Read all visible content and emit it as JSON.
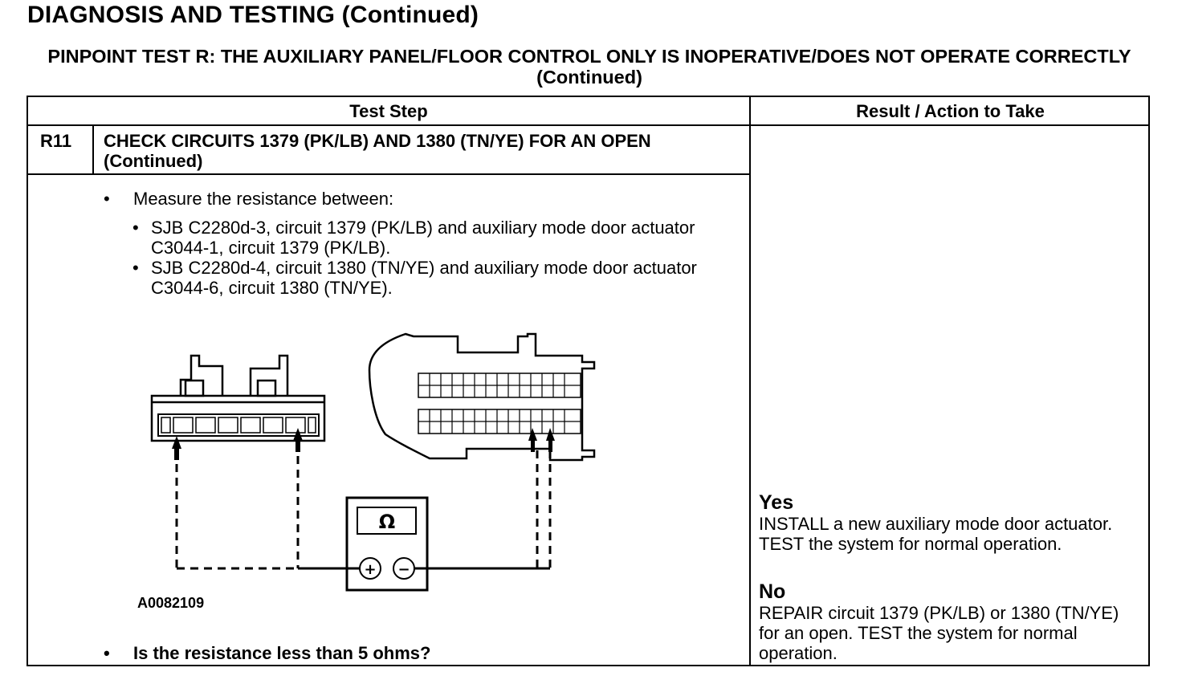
{
  "header": {
    "title": "DIAGNOSIS AND TESTING (Continued)",
    "subtitle": "PINPOINT TEST  R: THE AUXILIARY PANEL/FLOOR CONTROL ONLY IS INOPERATIVE/DOES NOT OPERATE CORRECTLY (Continued)"
  },
  "table": {
    "col_test_step": "Test Step",
    "col_result": "Result / Action to Take",
    "step_id": "R11",
    "step_title": "CHECK CIRCUITS 1379 (PK/LB) AND 1380 (TN/YE) FOR AN OPEN (Continued)",
    "bullet_measure": "Measure the resistance between:",
    "sub_items": [
      "SJB C2280d-3, circuit 1379 (PK/LB) and auxiliary mode door actuator C3044-1, circuit 1379 (PK/LB).",
      "SJB C2280d-4, circuit 1380 (TN/YE) and auxiliary mode door actuator C3044-6, circuit 1380 (TN/YE)."
    ],
    "figure_id": "A0082109",
    "meter_symbol": "Ω",
    "meter_plus": "+",
    "meter_minus": "−",
    "question": "Is the resistance less than 5 ohms?",
    "bullet_char": "•",
    "result_yes_label": "Yes",
    "result_yes_text": "INSTALL a new auxiliary mode door actuator. TEST the system for normal operation.",
    "result_no_label": "No",
    "result_no_text": "REPAIR circuit 1379 (PK/LB) or 1380 (TN/YE) for an open. TEST the system for normal operation."
  }
}
